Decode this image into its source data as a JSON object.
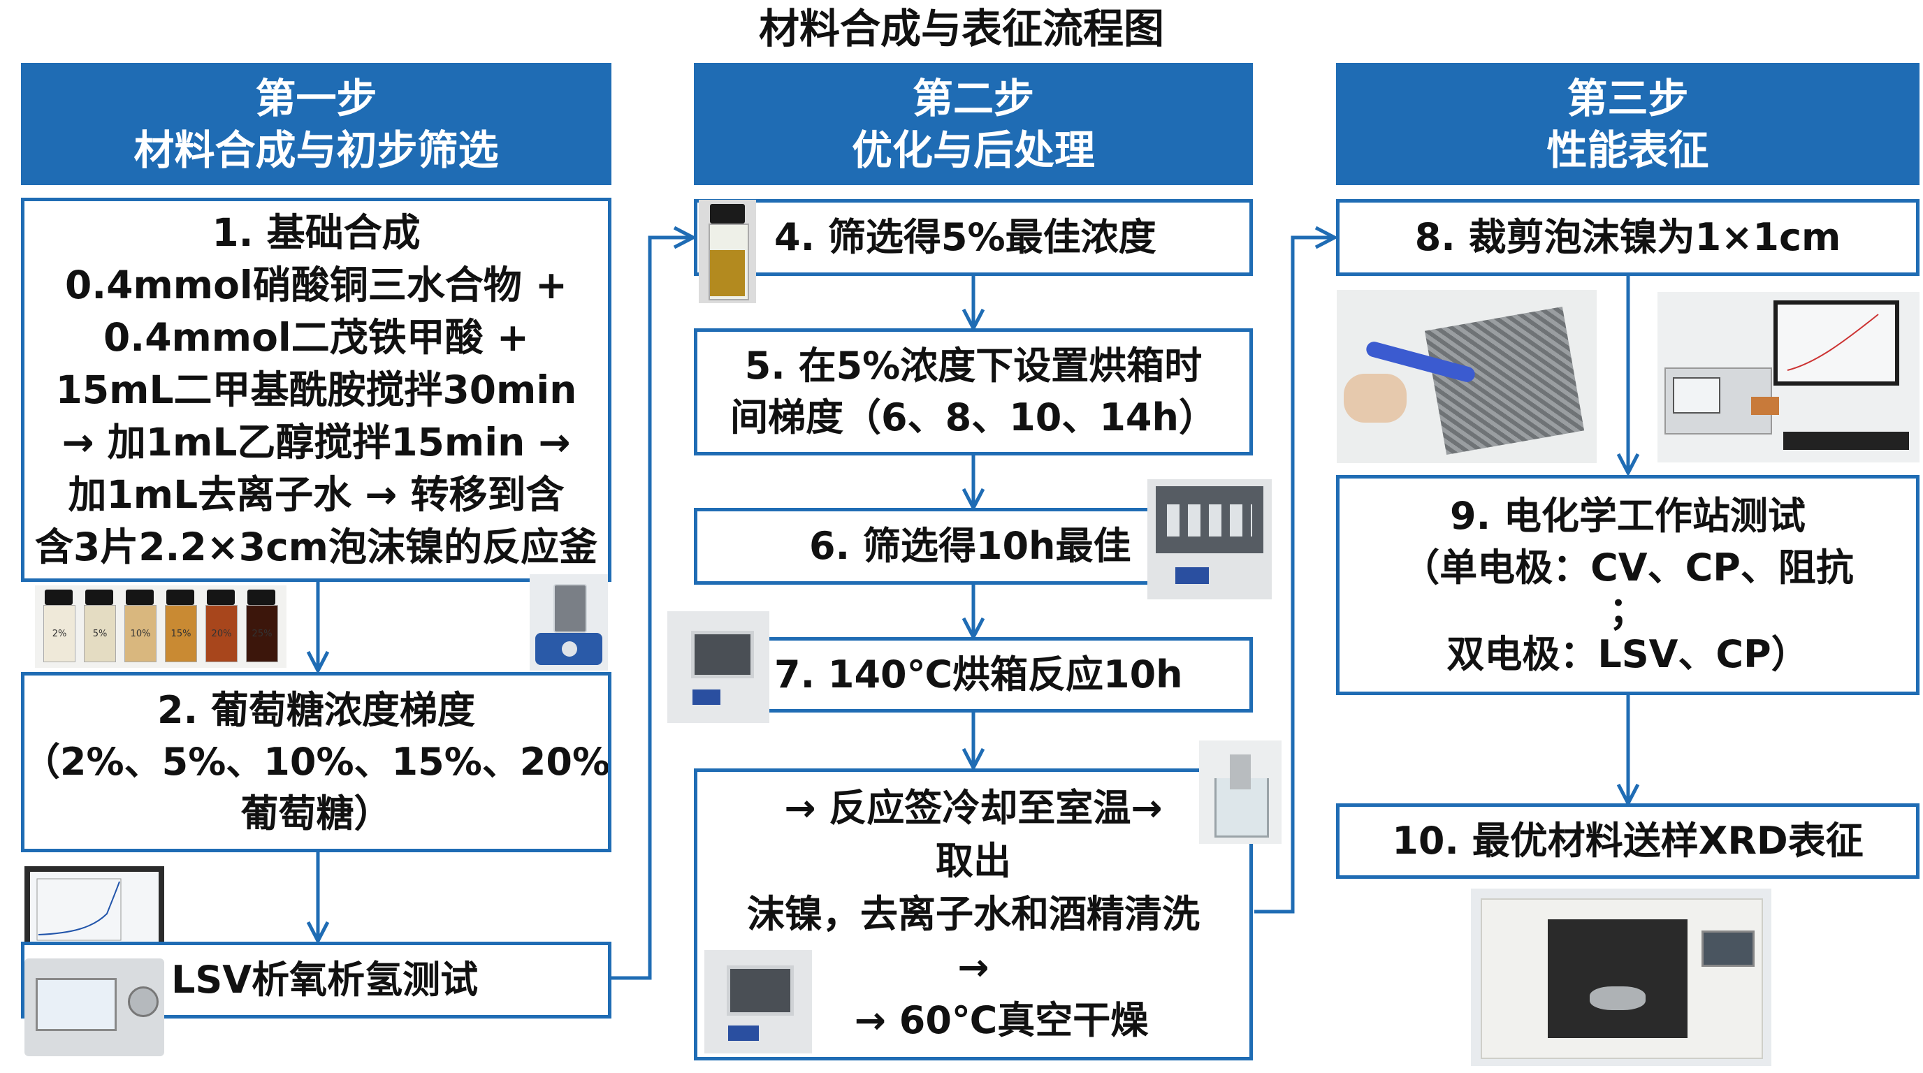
{
  "title": "材料合成与表征流程图",
  "columns": [
    {
      "step": "第一步",
      "name": "材料合成与初步筛选"
    },
    {
      "step": "第二步",
      "name": "优化与后处理"
    },
    {
      "step": "第三步",
      "name": "性能表征"
    }
  ],
  "box1": {
    "lines": [
      "1. 基础合成",
      "0.4mmol硝酸铜三水合物 +",
      "0.4mmol二茂铁甲酸 +",
      "15mL二甲基酰胺搅拌30min",
      "→ 加1mL乙醇搅拌15min →",
      "加1mL去离子水 → 转移到含",
      "含3片2.2×3cm泡沫镍的反应釜"
    ]
  },
  "box2": {
    "lines": [
      "2. 葡萄糖浓度梯度",
      "（2%、5%、10%、15%、20%",
      "葡萄糖）"
    ]
  },
  "box3": {
    "label": "LSV析氧析氢测试"
  },
  "box4": {
    "label": "4. 筛选得5%最佳浓度"
  },
  "box5": {
    "lines": [
      "5. 在5%浓度下设置烘箱时",
      "间梯度（6、8、10、14h）"
    ]
  },
  "box6": {
    "label": "6. 筛选得10h最佳"
  },
  "box7": {
    "label": "7. 140℃烘箱反应10h"
  },
  "box_post": {
    "lines": [
      "→ 反应签冷却至室温→",
      "取出",
      "沫镍，去离子水和酒精清洗",
      "→",
      "→ 60℃真空干燥"
    ]
  },
  "box8": {
    "label": "8. 裁剪泡沫镍为1×1cm"
  },
  "box9": {
    "lines": [
      "9. 电化学工作站测试",
      "（单电极：CV、CP、阻抗",
      "；",
      "双电极：LSV、CP）"
    ]
  },
  "box10": {
    "label": "10. 最优材料送样XRD表征"
  },
  "vials": {
    "labels": [
      "2%",
      "5%",
      "10%",
      "15%",
      "20%",
      "25%"
    ],
    "colors": [
      "#efe9d9",
      "#e4dcc2",
      "#d9b77e",
      "#c98a33",
      "#a8461c",
      "#3c160b"
    ]
  },
  "colors": {
    "accent": "#1f6cb4",
    "header_text": "#ffffff"
  }
}
